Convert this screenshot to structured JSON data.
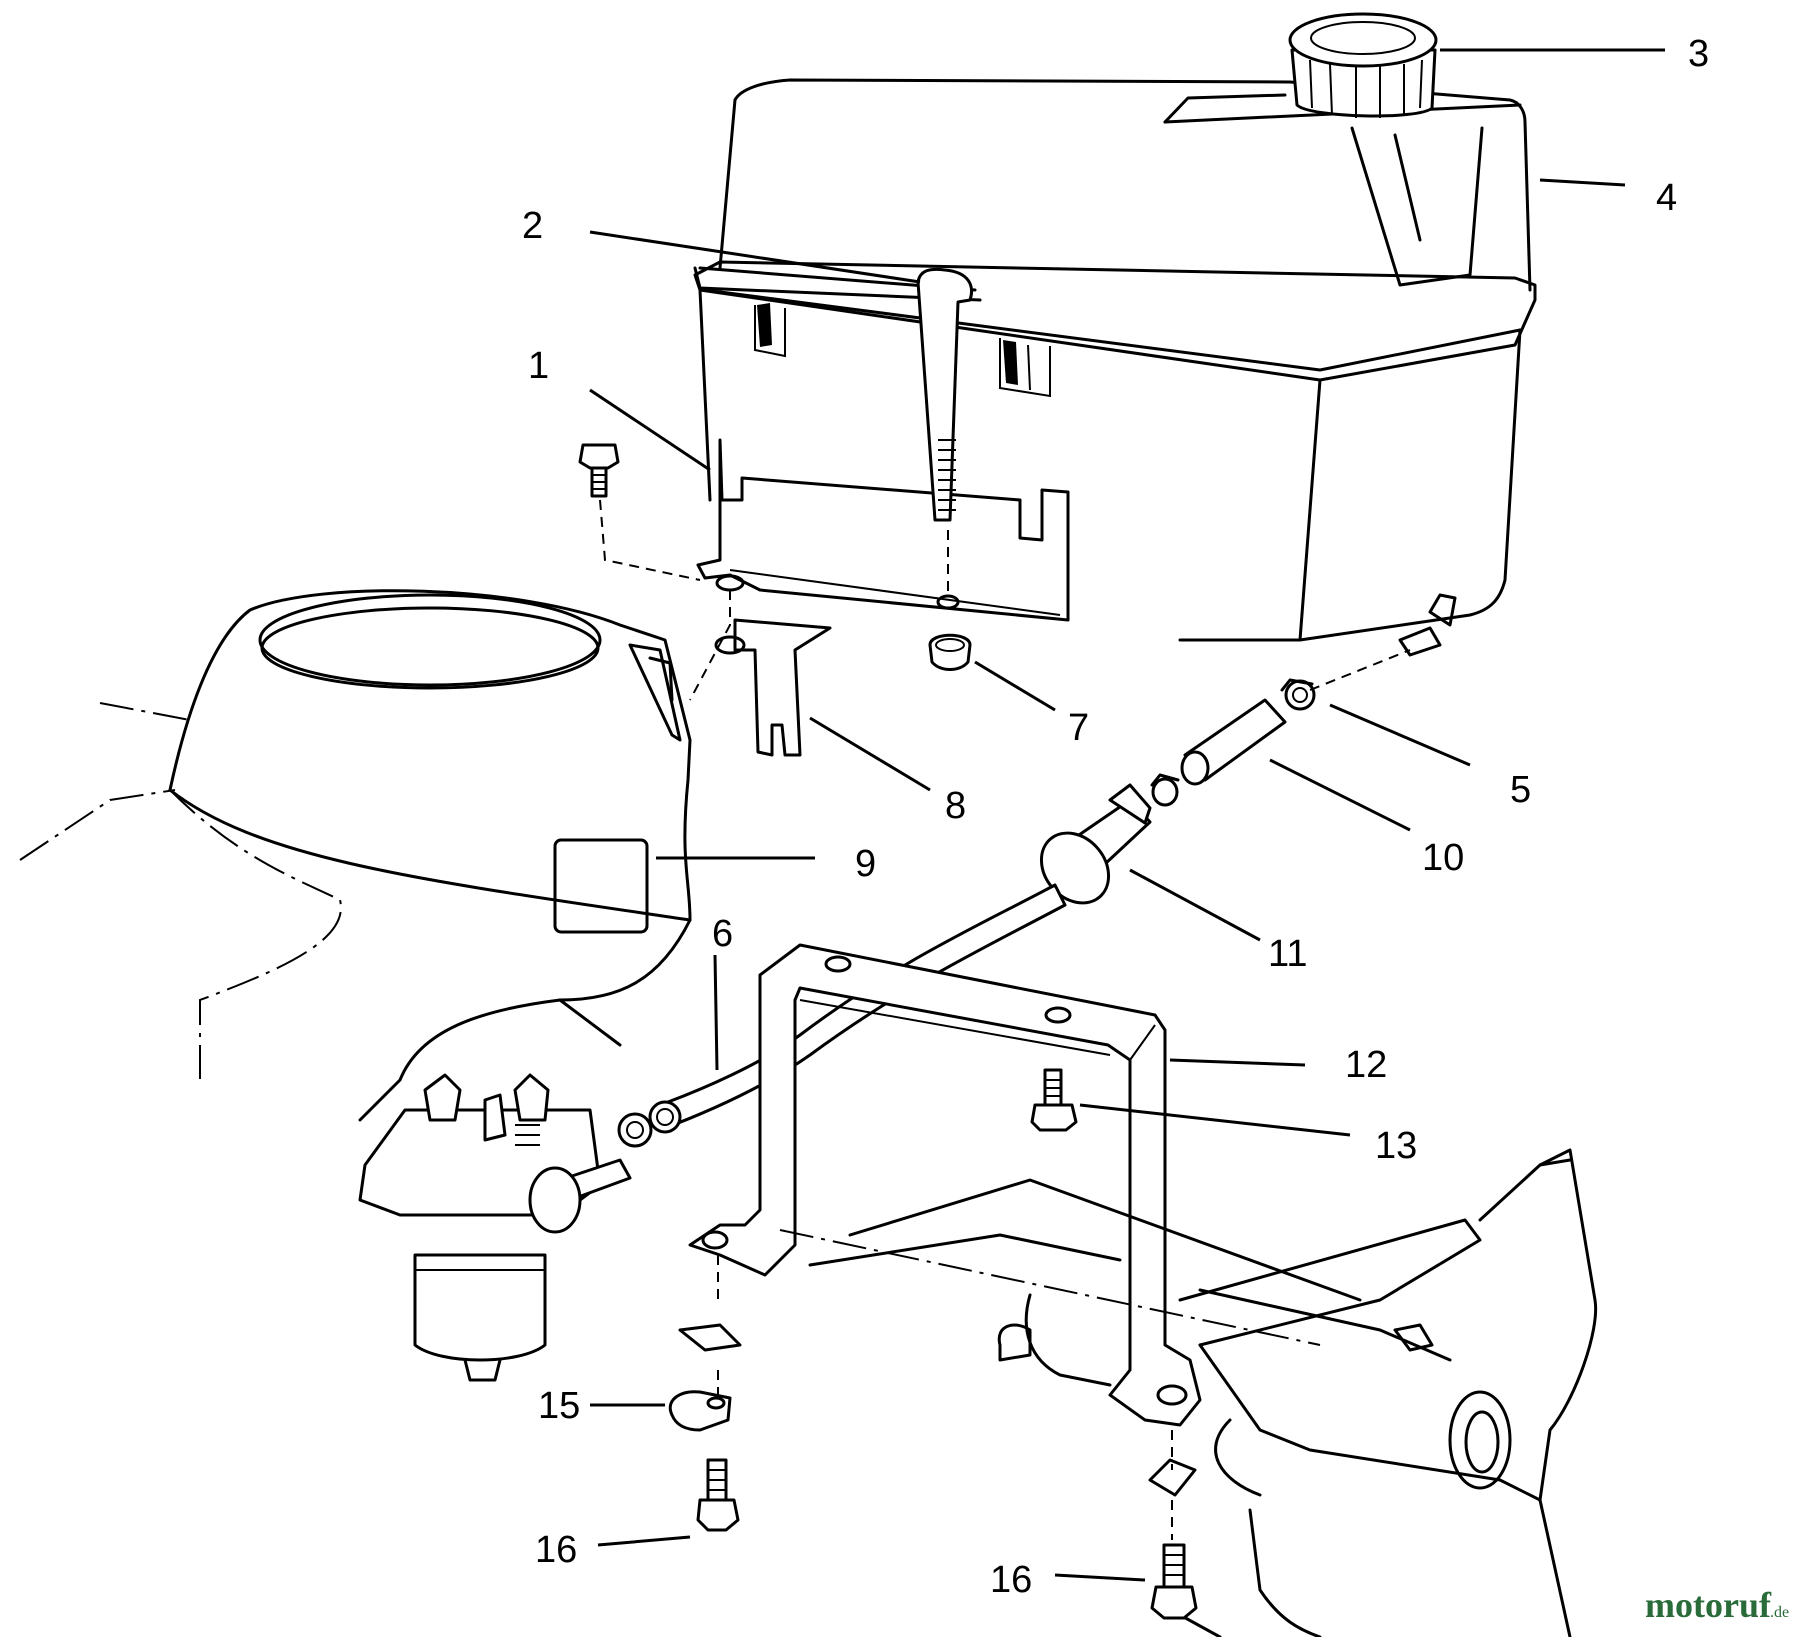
{
  "callouts": [
    {
      "id": "1",
      "label": "1"
    },
    {
      "id": "2",
      "label": "2"
    },
    {
      "id": "3",
      "label": "3"
    },
    {
      "id": "4",
      "label": "4"
    },
    {
      "id": "5",
      "label": "5"
    },
    {
      "id": "6",
      "label": "6"
    },
    {
      "id": "7",
      "label": "7"
    },
    {
      "id": "8",
      "label": "8"
    },
    {
      "id": "9",
      "label": "9"
    },
    {
      "id": "10",
      "label": "10"
    },
    {
      "id": "11",
      "label": "11"
    },
    {
      "id": "12",
      "label": "12"
    },
    {
      "id": "13",
      "label": "13"
    },
    {
      "id": "15",
      "label": "15"
    },
    {
      "id": "16a",
      "label": "16"
    },
    {
      "id": "16b",
      "label": "16"
    }
  ],
  "watermark": {
    "brand": "motoruf",
    "suffix": ".de"
  }
}
